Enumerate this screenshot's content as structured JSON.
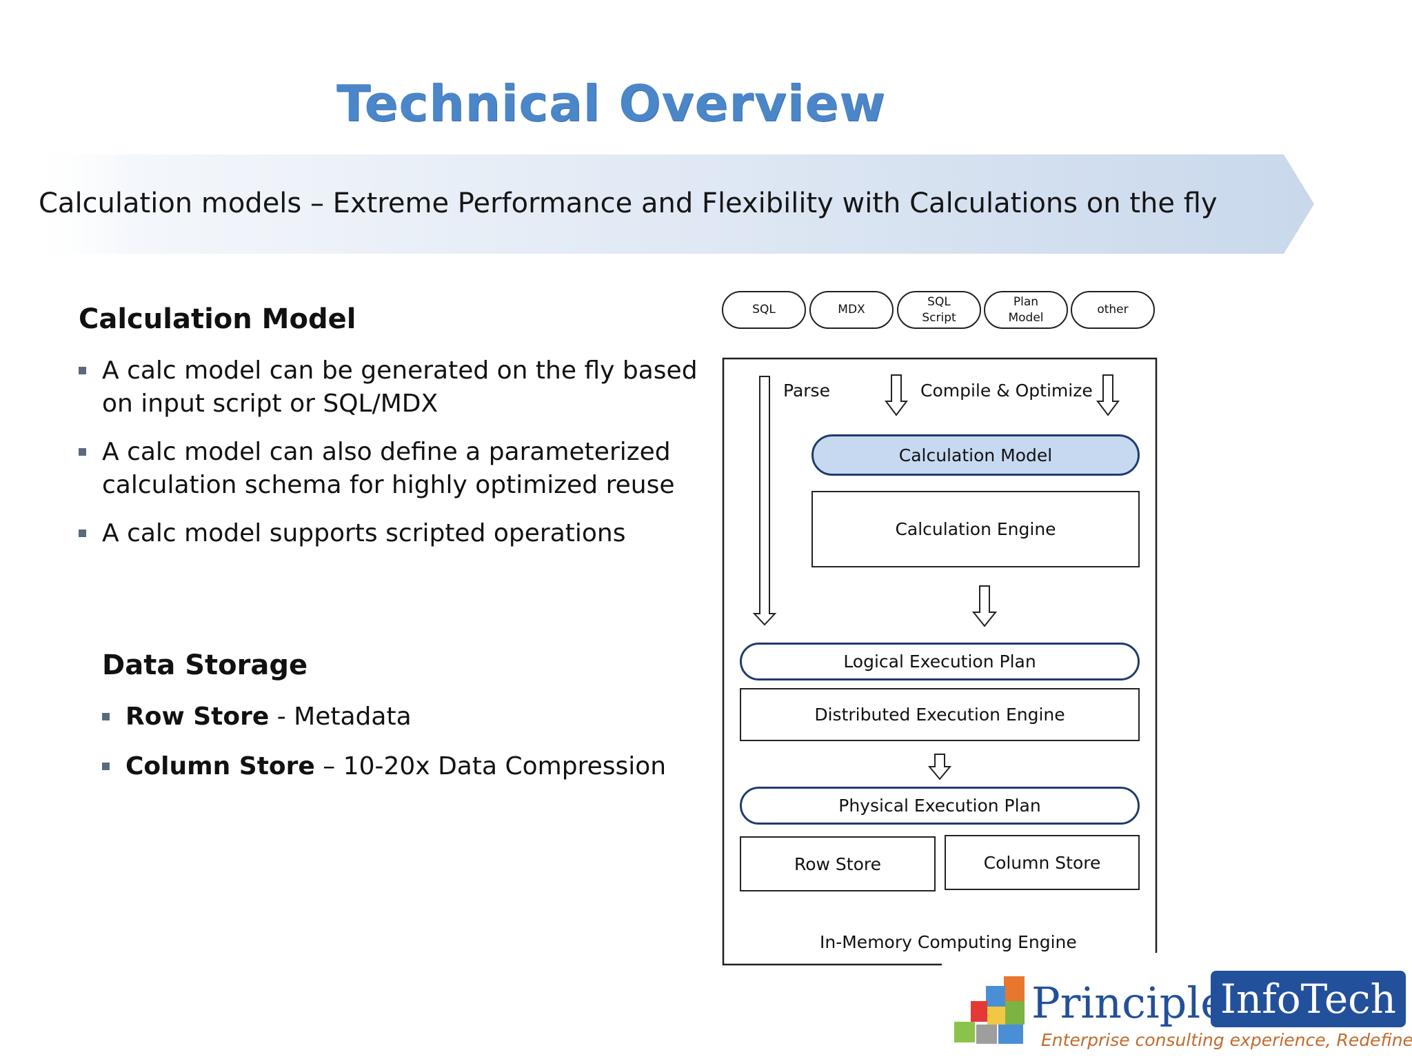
{
  "title": "Technical Overview",
  "banner": "Calculation models – Extreme Performance and Flexibility with Calculations on the fly",
  "calc_model": {
    "heading": "Calculation Model",
    "bullets": [
      {
        "line1": "A calc model can be generated on the fly based",
        "line2": "on input script or SQL/MDX"
      },
      {
        "line1": "A calc model can also define a parameterized",
        "line2": "calculation schema for highly optimized reuse"
      },
      {
        "line1": "A calc model supports scripted operations"
      }
    ]
  },
  "data_storage": {
    "heading": "Data Storage",
    "items": [
      {
        "bold": "Row Store",
        "rest": " - Metadata"
      },
      {
        "bold": "Column Store",
        "rest": " – 10-20x Data Compression"
      }
    ]
  },
  "diagram": {
    "inputs": [
      "SQL",
      "MDX",
      "SQL\nScript",
      "Plan\nModel",
      "other"
    ],
    "parse_label": "Parse",
    "compile_label": "Compile & Optimize",
    "calculation_model": "Calculation Model",
    "calculation_engine": "Calculation Engine",
    "logical_plan": "Logical Execution Plan",
    "distributed_engine": "Distributed Execution Engine",
    "physical_plan": "Physical Execution Plan",
    "row_store": "Row Store",
    "column_store": "Column Store",
    "engine_label": "In-Memory Computing Engine"
  },
  "logo": {
    "name_part1": "Principle",
    "name_part2": "InfoTech",
    "tagline": "Enterprise consulting experience, Redefined...",
    "colors": [
      "#e8772e",
      "#4a8fd6",
      "#8bc34a",
      "#f2c744",
      "#e53935",
      "#7cb342",
      "#9e9e9e"
    ]
  }
}
